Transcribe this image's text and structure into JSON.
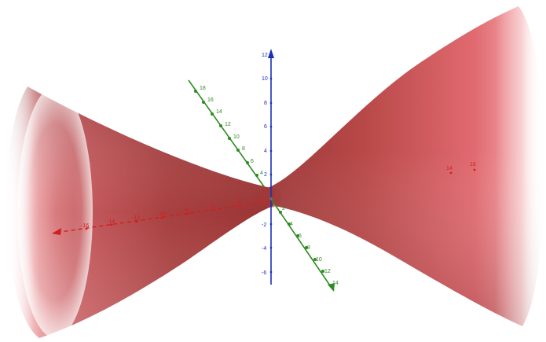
{
  "graphics_view": {
    "surface": {
      "name": "hyperboloid-of-one-sheet",
      "color": "#c0484c"
    },
    "axes": {
      "x": {
        "color": "#d01f1f",
        "positive_labels": [
          "14",
          "16"
        ],
        "negative_labels": [
          "-16",
          "-14",
          "-12",
          "-10",
          "-8",
          "-6",
          "-4",
          "-2"
        ]
      },
      "y": {
        "color": "#2e8b22",
        "back_labels": [
          "18",
          "16",
          "14",
          "12",
          "10",
          "8",
          "6",
          "4"
        ],
        "front_labels": [
          "2",
          "4",
          "6",
          "8",
          "10",
          "12",
          "14"
        ]
      },
      "z": {
        "color": "#1a2fb8",
        "positive_labels": [
          "12",
          "10",
          "8",
          "6",
          "4",
          "2"
        ],
        "negative_labels": [
          "-2",
          "-4",
          "-6"
        ]
      }
    }
  }
}
